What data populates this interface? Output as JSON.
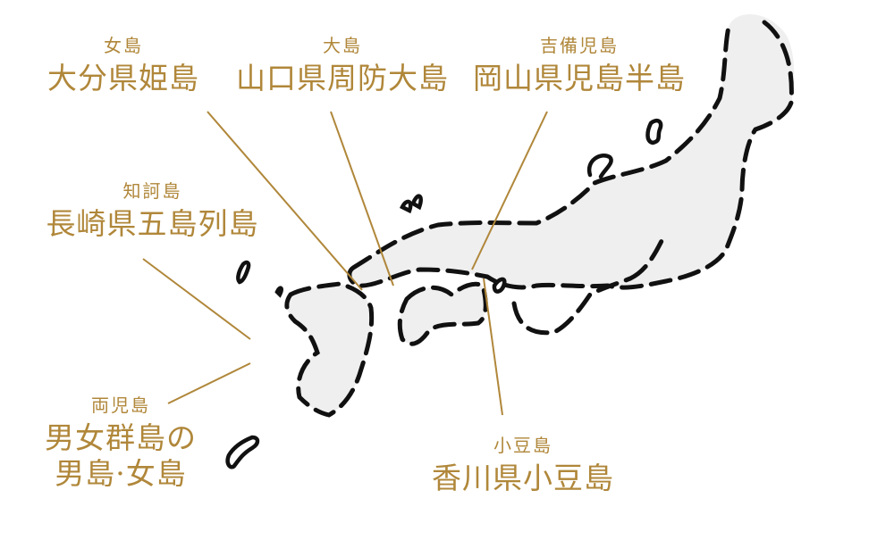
{
  "map": {
    "subject": "Japan (Kyushu, Shikoku, Honshu) stylized outline",
    "land_fill": "#EFEFEF",
    "outline_color": "#111111",
    "label_color": "#B0873A",
    "leader_line_color": "#B0873A"
  },
  "labels": [
    {
      "id": "himeshima",
      "sub": "女島",
      "main": "大分県姫島"
    },
    {
      "id": "suo-oshima",
      "sub": "大島",
      "main": "山口県周防大島"
    },
    {
      "id": "kojima",
      "sub": "吉備児島",
      "main": "岡山県児島半島"
    },
    {
      "id": "goto",
      "sub": "知訶島",
      "main": "長崎県五島列島"
    },
    {
      "id": "danjo",
      "sub": "両児島",
      "main": "男女群島の",
      "main2": "男島·女島"
    },
    {
      "id": "shodoshima",
      "sub": "小豆島",
      "main": "香川県小豆島"
    }
  ]
}
